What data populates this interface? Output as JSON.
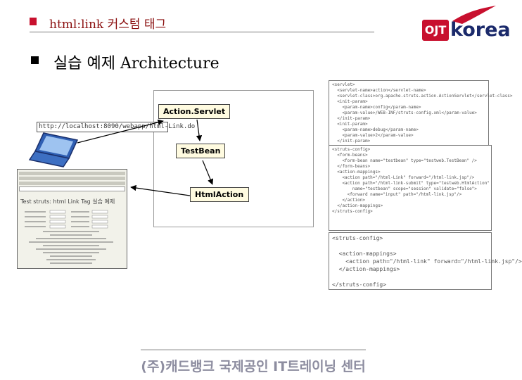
{
  "header": {
    "title": "html:link 커스텀 태그"
  },
  "logo": {
    "brand_left": "OJT",
    "brand_right": "korea"
  },
  "subtitle": "실습 예제 Architecture",
  "diagram": {
    "servlet_label": "Action.Servlet",
    "bean_label": "TestBean",
    "action_label": "HtmlAction",
    "url_text": "http://localhost:8090/webapp/html-Link.do"
  },
  "browser": {
    "page_title": "Test struts: html Link Tag 실습 예제"
  },
  "configs": {
    "web_lines": [
      "<servlet>",
      "  <servlet-name>action</servlet-name>",
      "  <servlet-class>org.apache.struts.action.ActionServlet</servlet-class>",
      "  <init-param>",
      "    <param-name>config</param-name>",
      "    <param-value>/WEB-INF/struts-config.xml</param-value>",
      "  </init-param>",
      "  <init-param>",
      "    <param-name>debug</param-name>",
      "    <param-value>2</param-value>",
      "  </init-param>"
    ],
    "struts_lines": [
      "<struts-config>",
      "  <form-beans>",
      "    <form-bean name=\"testbean\" type=\"testweb.TestBean\" />",
      "  </form-beans>",
      "  <action-mappings>",
      "    <action path=\"/html-Link\" forward=\"/html-link.jsp\"/>",
      "    <action path=\"/html-link-submit\" type=\"testweb.HtmlAction\"",
      "        name=\"testbean\" scope=\"session\" validate=\"false\">",
      "      <forward name=\"input\" path=\"/html-link.jsp\"/>",
      "    </action>",
      "  </action-mappings>",
      "</struts-config>"
    ],
    "ex_lines": [
      "<struts-config>",
      "",
      "  <action-mappings>",
      "    <action path=\"/html-link\" forward=\"/html-link.jsp\"/>",
      "  </action-mappings>",
      "",
      "</struts-config>"
    ]
  },
  "footer": {
    "text": "(주)캐드뱅크 국제공인 IT트레이닝 센터"
  }
}
